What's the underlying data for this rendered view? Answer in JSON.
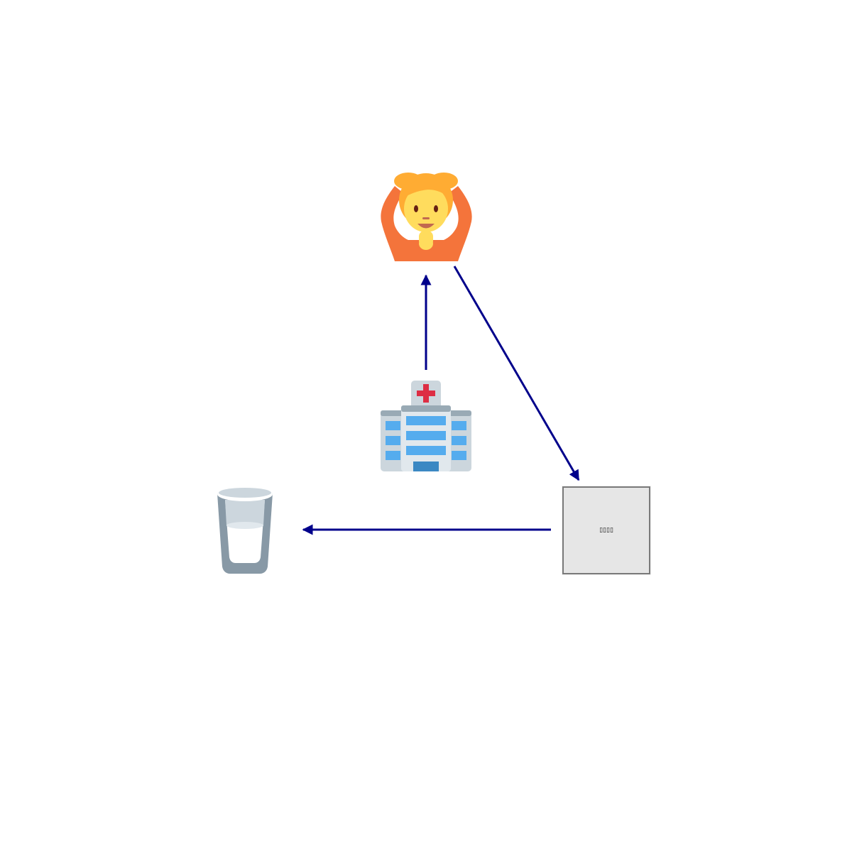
{
  "diagram": {
    "nodes": [
      {
        "id": "person",
        "icon": "person-gesturing-ok-icon"
      },
      {
        "id": "hospital",
        "icon": "hospital-icon"
      },
      {
        "id": "glass",
        "icon": "glass-of-milk-icon"
      },
      {
        "id": "box",
        "label": "▯▯▯▯"
      }
    ],
    "edges": [
      {
        "from": "hospital",
        "to": "person"
      },
      {
        "from": "person",
        "to": "box"
      },
      {
        "from": "box",
        "to": "glass"
      }
    ],
    "colors": {
      "arrow": "#00008b",
      "box_fill": "#e6e6e6",
      "box_border": "#7a7a7a",
      "skin": "#ffdc5d",
      "hair": "#ffac33",
      "shirt": "#f4743b",
      "hospital_wall": "#ccd6dd",
      "hospital_window": "#55acee",
      "hospital_door": "#3b88c3",
      "hospital_cross": "#dd2e44",
      "glass_frame": "#8899a6",
      "milk": "#ffffff"
    }
  }
}
